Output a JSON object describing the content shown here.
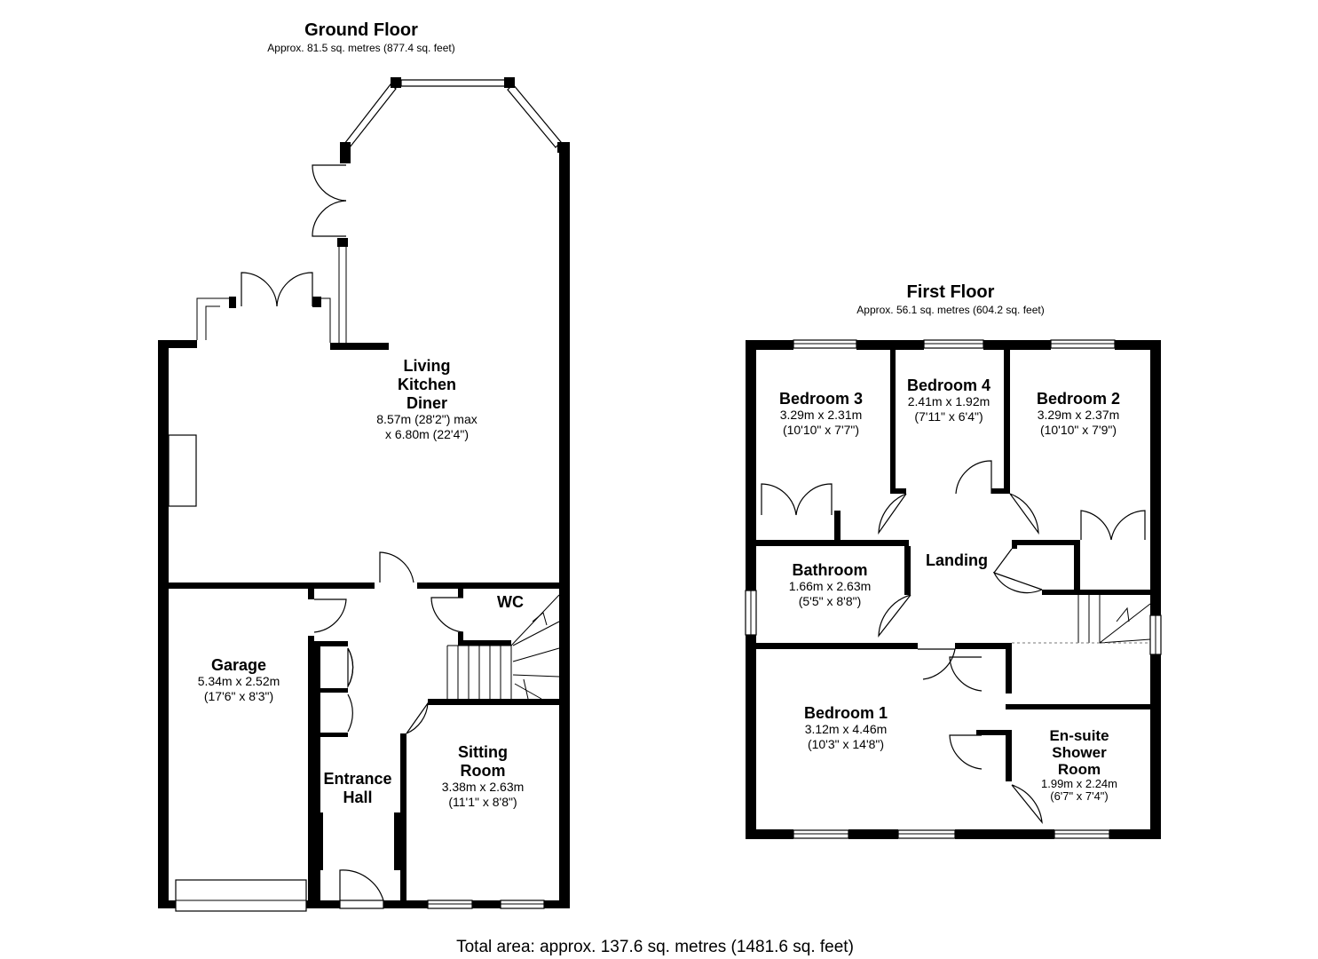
{
  "ground_floor": {
    "title": "Ground Floor",
    "area": "Approx. 81.5 sq. metres (877.4 sq. feet)",
    "rooms": {
      "living": {
        "name_lines": [
          "Living",
          "Kitchen",
          "Diner"
        ],
        "dims_lines": [
          "8.57m (28'2\") max",
          "x 6.80m (22'4\")"
        ]
      },
      "wc": {
        "name_lines": [
          "WC"
        ],
        "dims_lines": []
      },
      "garage": {
        "name_lines": [
          "Garage"
        ],
        "dims_lines": [
          "5.34m x 2.52m",
          "(17'6\" x 8'3\")"
        ]
      },
      "entrance": {
        "name_lines": [
          "Entrance",
          "Hall"
        ],
        "dims_lines": []
      },
      "sitting": {
        "name_lines": [
          "Sitting",
          "Room"
        ],
        "dims_lines": [
          "3.38m x 2.63m",
          "(11'1\" x 8'8\")"
        ]
      }
    }
  },
  "first_floor": {
    "title": "First Floor",
    "area": "Approx. 56.1 sq. metres (604.2 sq. feet)",
    "rooms": {
      "bedroom3": {
        "name_lines": [
          "Bedroom 3"
        ],
        "dims_lines": [
          "3.29m x 2.31m",
          "(10'10\" x 7'7\")"
        ]
      },
      "bedroom4": {
        "name_lines": [
          "Bedroom 4"
        ],
        "dims_lines": [
          "2.41m x 1.92m",
          "(7'11\" x 6'4\")"
        ]
      },
      "bedroom2": {
        "name_lines": [
          "Bedroom 2"
        ],
        "dims_lines": [
          "3.29m x 2.37m",
          "(10'10\" x 7'9\")"
        ]
      },
      "landing": {
        "name_lines": [
          "Landing"
        ],
        "dims_lines": []
      },
      "bathroom": {
        "name_lines": [
          "Bathroom"
        ],
        "dims_lines": [
          "1.66m x 2.63m",
          "(5'5\" x 8'8\")"
        ]
      },
      "bedroom1": {
        "name_lines": [
          "Bedroom 1"
        ],
        "dims_lines": [
          "3.12m x 4.46m",
          "(10'3\" x 14'8\")"
        ]
      },
      "ensuite": {
        "name_lines": [
          "En-suite",
          "Shower",
          "Room"
        ],
        "dims_lines": [
          "1.99m x 2.24m",
          "(6'7\" x 7'4\")"
        ]
      }
    }
  },
  "total_area": "Total area: approx. 137.6 sq. metres (1481.6 sq. feet)"
}
